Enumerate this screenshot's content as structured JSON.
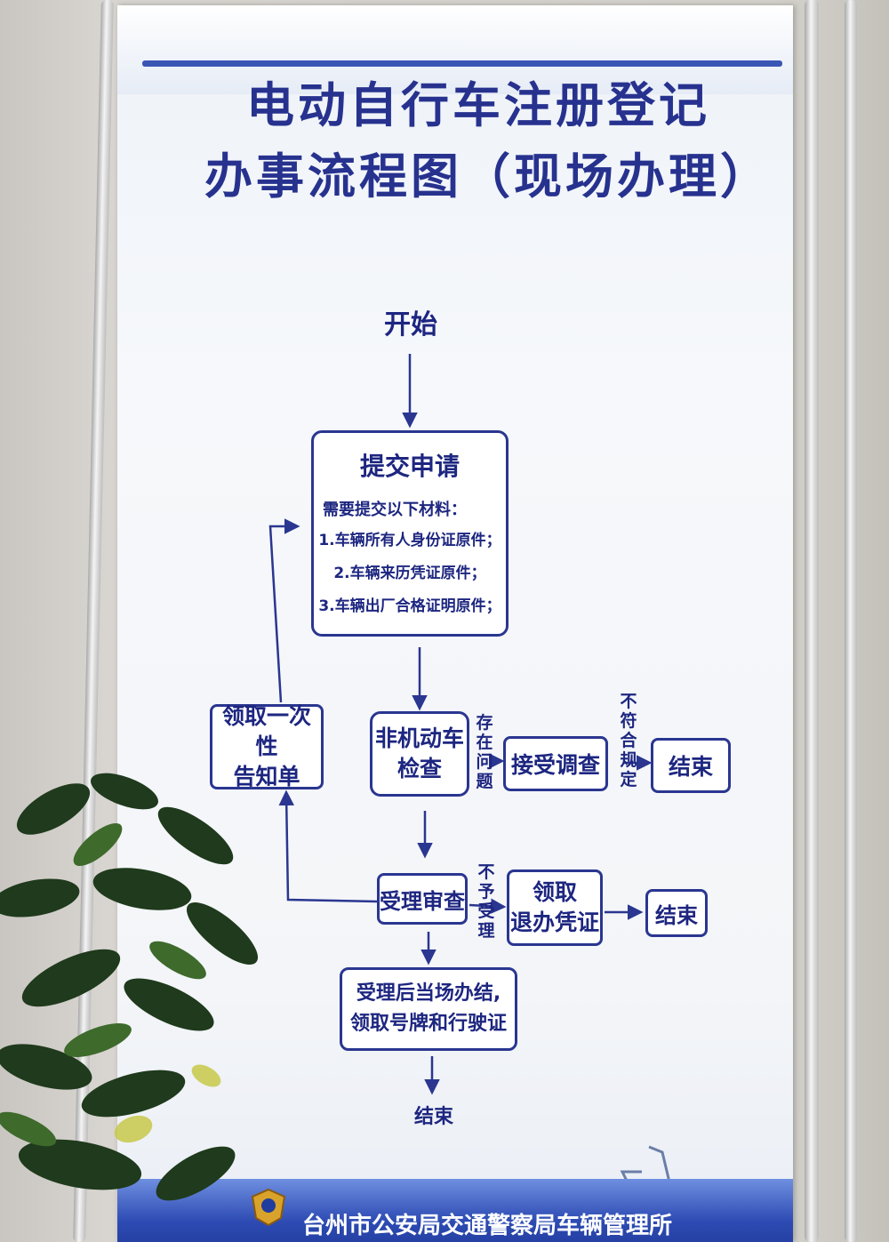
{
  "title": {
    "line1": "电动自行车注册登记",
    "line2": "办事流程图（现场办理）"
  },
  "nodes": {
    "start": "开始",
    "submit_title": "提交申请",
    "submit_materials_intro": "需要提交以下材料：",
    "submit_item_1": "1.车辆所有人身份证原件；",
    "submit_item_2": "2.车辆来历凭证原件；",
    "submit_item_3": "3.车辆出厂合格证明原件；",
    "inspection": [
      "非机动车",
      "检查"
    ],
    "investigation": "接受调查",
    "end_1": "结束",
    "notice": [
      "领取一次性",
      "告知单"
    ],
    "review": "受理审查",
    "refund": [
      "领取",
      "退办凭证"
    ],
    "end_2": "结束",
    "done": [
      "受理后当场办结,",
      "领取号牌和行驶证"
    ],
    "end_final": "结束"
  },
  "edge_labels": {
    "has_problem": "存在问题",
    "not_compliant": "不符合规定",
    "not_accepted": "不予受理"
  },
  "footer": {
    "text": "台州市公安局交通警察局车辆管理所"
  },
  "colors": {
    "ink": "#1d2680",
    "title": "#27328f",
    "band": "#2d4bb3"
  }
}
